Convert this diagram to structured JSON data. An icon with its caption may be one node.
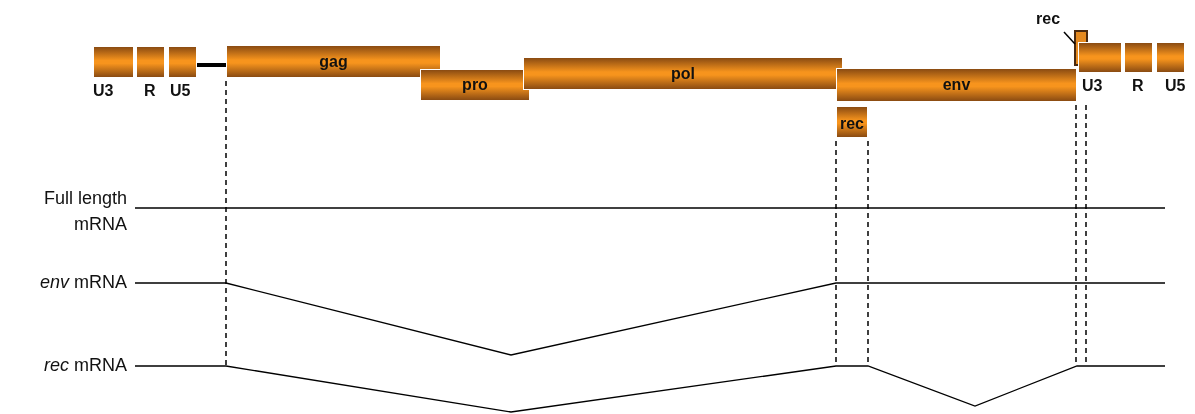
{
  "diagram": {
    "nodes": [
      {
        "text": [
          "U3"
        ]
      },
      {
        "text": [
          "R"
        ]
      },
      {
        "text": [
          "U5"
        ]
      },
      {
        "text": [
          "gag"
        ]
      },
      {
        "text": [
          "pro"
        ]
      },
      {
        "text": [
          "pol"
        ]
      },
      {
        "text": [
          "env"
        ]
      },
      {
        "text": [
          "rec"
        ]
      },
      {
        "text": [
          "rec"
        ]
      },
      {
        "text": [],
        "shape": "box"
      },
      {
        "text": [
          "U3"
        ]
      },
      {
        "text": [
          "R"
        ]
      },
      {
        "text": [
          "U5"
        ]
      }
    ],
    "edges": [
      {
        "from": 2,
        "to": 3,
        "arrow": "none",
        "style": "thick"
      },
      {
        "from": 8,
        "to": 9,
        "arrow": "none"
      }
    ],
    "labels": [
      "Full length mRNA",
      "*env* mRNA",
      "*rec* mRNA"
    ]
  }
}
